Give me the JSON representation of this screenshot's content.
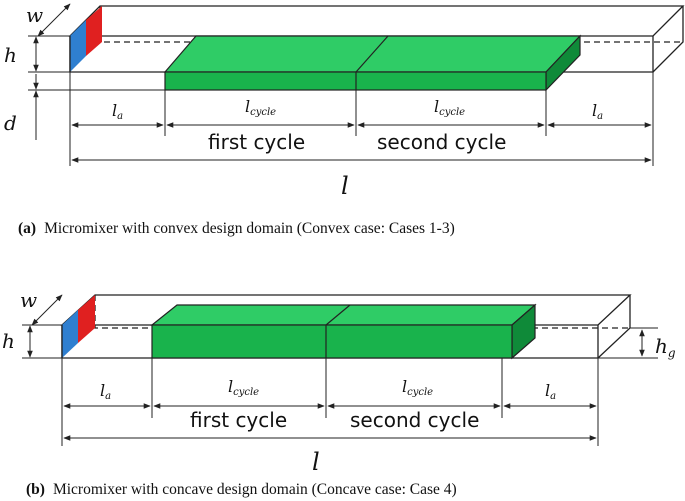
{
  "diagram_a": {
    "label_w": "w",
    "label_h": "h",
    "label_d": "d",
    "label_la": "l",
    "label_la_sub": "a",
    "label_lcycle": "l",
    "label_lcycle_sub": "cycle",
    "label_first": "first cycle",
    "label_second": "second cycle",
    "label_l": "l",
    "caption_tag": "(a)",
    "caption_text": "Micromixer with convex design domain (Convex case: Cases 1-3)"
  },
  "diagram_b": {
    "label_w": "w",
    "label_h": "h",
    "label_hg": "h",
    "label_hg_sub": "g",
    "label_la": "l",
    "label_la_sub": "a",
    "label_lcycle": "l",
    "label_lcycle_sub": "cycle",
    "label_first": "first cycle",
    "label_second": "second cycle",
    "label_l": "l",
    "caption_tag": "(b)",
    "caption_text": "Micromixer with concave design domain (Concave case: Case 4)"
  },
  "colors": {
    "inlet_blue": "#2f7fd0",
    "inlet_red": "#e02020",
    "design_green": "#19b34c",
    "design_green_top": "#2fcc66",
    "design_green_side": "#0f8a39"
  }
}
